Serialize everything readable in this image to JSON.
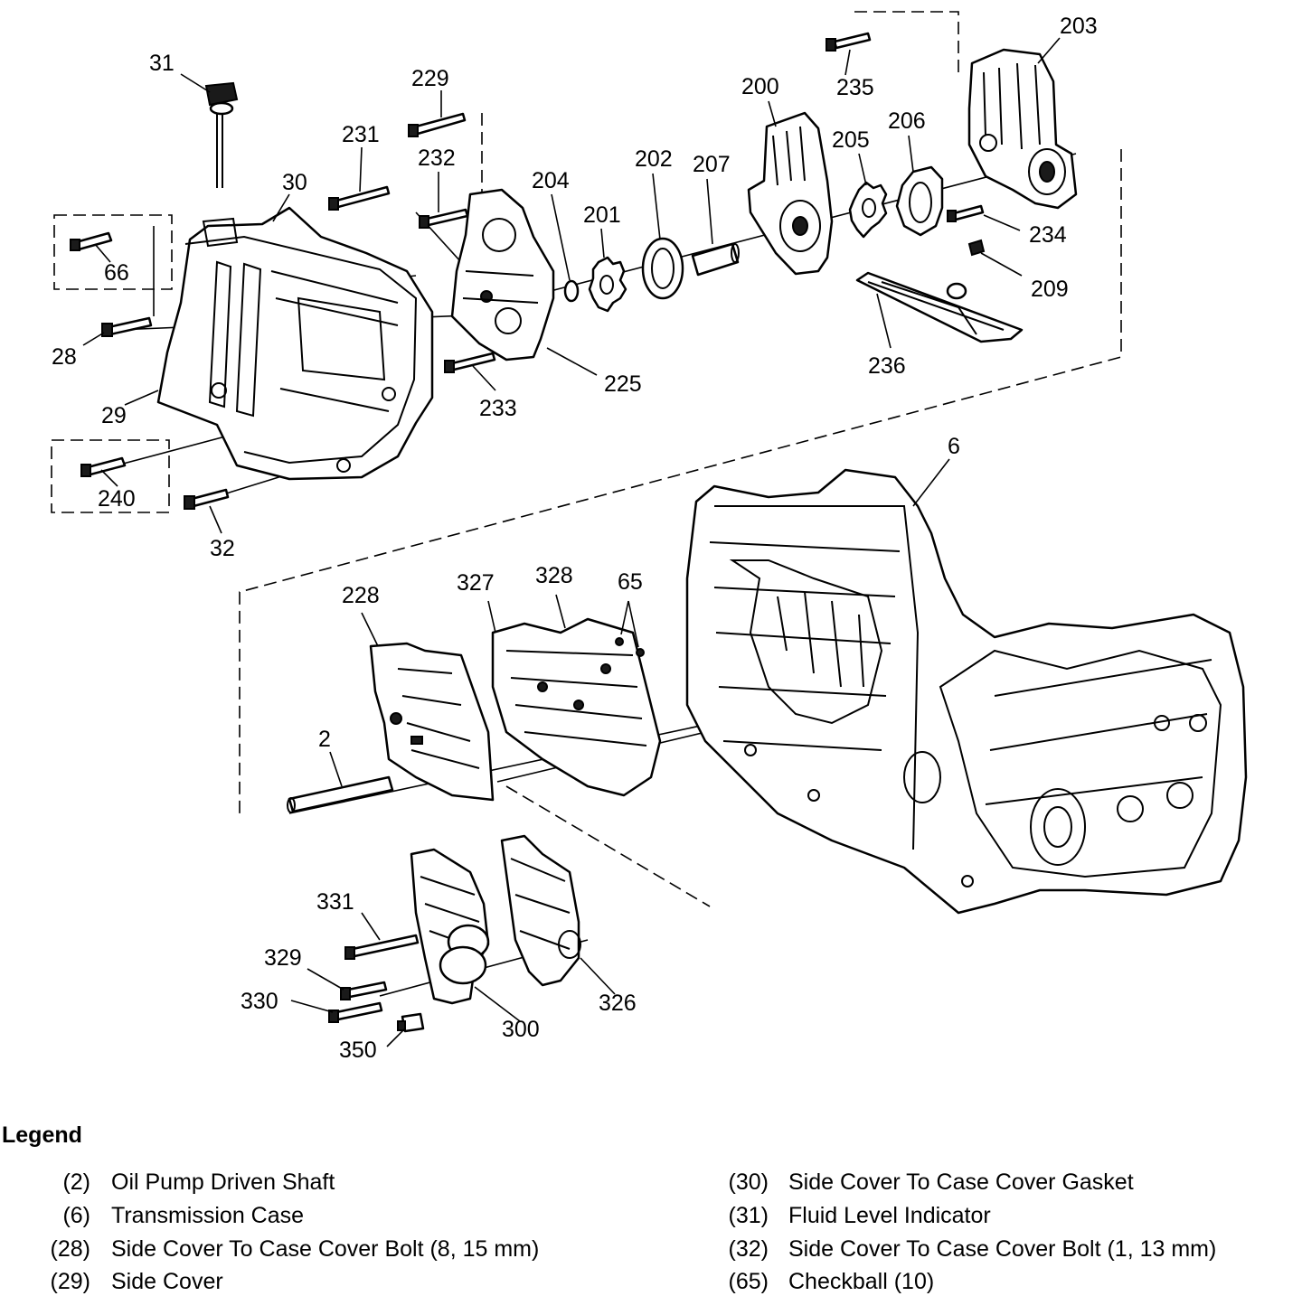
{
  "callouts": {
    "c31": "31",
    "c229": "229",
    "c231": "231",
    "c232": "232",
    "c30": "30",
    "c204": "204",
    "c202": "202",
    "c201": "201",
    "c207": "207",
    "c200": "200",
    "c235": "235",
    "c203": "203",
    "c206": "206",
    "c205": "205",
    "c234": "234",
    "c209": "209",
    "c236": "236",
    "c66": "66",
    "c28": "28",
    "c29": "29",
    "c233": "233",
    "c225": "225",
    "c240": "240",
    "c32": "32",
    "c6": "6",
    "c228": "228",
    "c327": "327",
    "c328": "328",
    "c65": "65",
    "c2": "2",
    "c331": "331",
    "c329": "329",
    "c330": "330",
    "c350": "350",
    "c300": "300",
    "c326": "326"
  },
  "legend": {
    "title": "Legend",
    "left": [
      {
        "num": "(2)",
        "text": "Oil Pump Driven Shaft"
      },
      {
        "num": "(6)",
        "text": "Transmission Case"
      },
      {
        "num": "(28)",
        "text": "Side Cover To Case Cover Bolt (8, 15 mm)"
      },
      {
        "num": "(29)",
        "text": "Side Cover"
      }
    ],
    "right": [
      {
        "num": "(30)",
        "text": "Side Cover To Case Cover Gasket"
      },
      {
        "num": "(31)",
        "text": "Fluid Level Indicator"
      },
      {
        "num": "(32)",
        "text": "Side Cover To Case Cover Bolt (1, 13 mm)"
      },
      {
        "num": "(65)",
        "text": "Checkball (10)"
      }
    ]
  }
}
